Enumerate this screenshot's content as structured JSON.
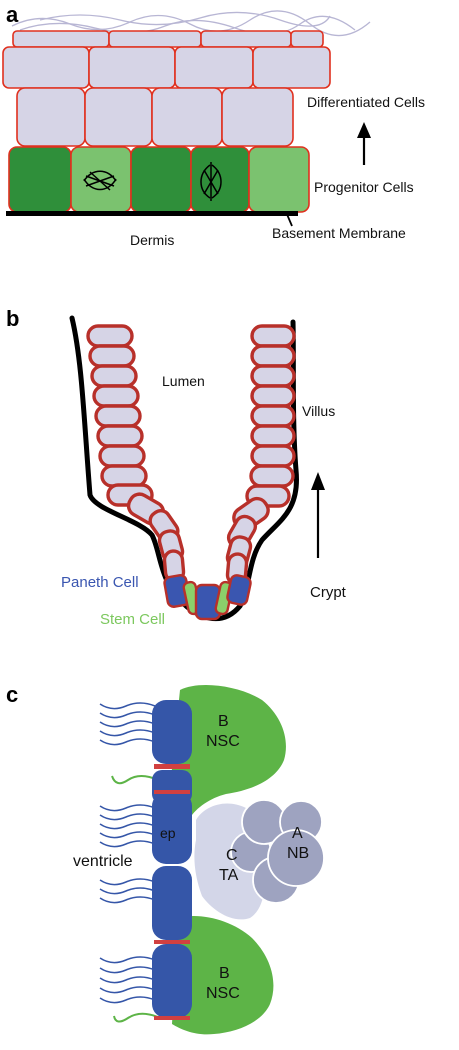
{
  "panels": {
    "a": {
      "letter": "a",
      "labels": {
        "differentiated": "Differentiated Cells",
        "progenitor": "Progenitor Cells",
        "basement": "Basement Membrane",
        "dermis": "Dermis"
      }
    },
    "b": {
      "letter": "b",
      "labels": {
        "lumen": "Lumen",
        "villus": "Villus",
        "crypt": "Crypt",
        "paneth": "Paneth Cell",
        "stem": "Stem Cell"
      }
    },
    "c": {
      "letter": "c",
      "labels": {
        "ventricle": "ventricle",
        "ep": "ep",
        "b_top_1": "B",
        "b_top_2": "NSC",
        "c_1": "C",
        "c_2": "TA",
        "a_1": "A",
        "a_2": "NB",
        "b_bot_1": "B",
        "b_bot_2": "NSC"
      }
    }
  },
  "colors": {
    "cell_fill": "#d6d4e6",
    "cell_border": "#e0301e",
    "villus_border": "#b8302a",
    "progenitor_dark": "#2f8f3a",
    "progenitor_light": "#7bc26f",
    "paneth": "#3a56b0",
    "stem": "#8bd06a",
    "ependymal": "#3556a8",
    "nsc": "#5db447",
    "ta": "#d3d6e8",
    "nb": "#9ea3c0"
  }
}
